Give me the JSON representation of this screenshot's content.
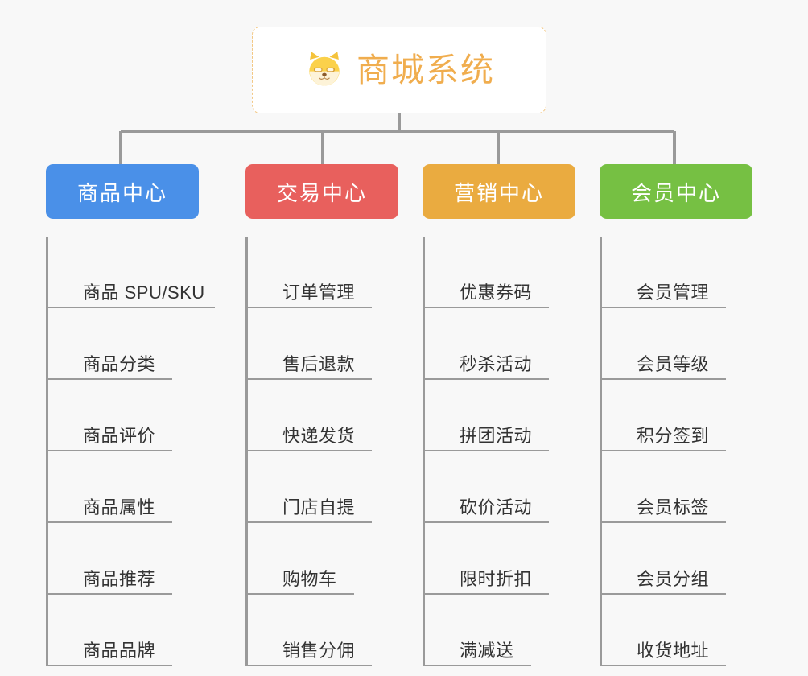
{
  "background_color": "#f8f8f8",
  "connector_color": "#9a9a9a",
  "root": {
    "title": "商城系统",
    "icon": "shiba-dog-face-icon",
    "text_color": "#f0ad4e",
    "border_color": "#f3c884",
    "fill_color": "#ffffff"
  },
  "categories": [
    {
      "label": "商品中心",
      "color": "#4a90e8",
      "items": [
        {
          "label": "商品 SPU/SKU",
          "underline_width": 208
        },
        {
          "label": "商品分类",
          "underline_width": 155
        },
        {
          "label": "商品评价",
          "underline_width": 155
        },
        {
          "label": "商品属性",
          "underline_width": 155
        },
        {
          "label": "商品推荐",
          "underline_width": 155
        },
        {
          "label": "商品品牌",
          "underline_width": 155
        }
      ]
    },
    {
      "label": "交易中心",
      "color": "#e8605d",
      "items": [
        {
          "label": "订单管理",
          "underline_width": 155
        },
        {
          "label": "售后退款",
          "underline_width": 155
        },
        {
          "label": "快递发货",
          "underline_width": 155
        },
        {
          "label": "门店自提",
          "underline_width": 155
        },
        {
          "label": "购物车",
          "underline_width": 133
        },
        {
          "label": "销售分佣",
          "underline_width": 155
        }
      ]
    },
    {
      "label": "营销中心",
      "color": "#eaab40",
      "items": [
        {
          "label": "优惠券码",
          "underline_width": 155
        },
        {
          "label": "秒杀活动",
          "underline_width": 155
        },
        {
          "label": "拼团活动",
          "underline_width": 155
        },
        {
          "label": "砍价活动",
          "underline_width": 155
        },
        {
          "label": "限时折扣",
          "underline_width": 155
        },
        {
          "label": "满减送",
          "underline_width": 133
        }
      ]
    },
    {
      "label": "会员中心",
      "color": "#76c043",
      "items": [
        {
          "label": "会员管理",
          "underline_width": 155
        },
        {
          "label": "会员等级",
          "underline_width": 155
        },
        {
          "label": "积分签到",
          "underline_width": 155
        },
        {
          "label": "会员标签",
          "underline_width": 155
        },
        {
          "label": "会员分组",
          "underline_width": 155
        },
        {
          "label": "收货地址",
          "underline_width": 155
        }
      ]
    }
  ]
}
